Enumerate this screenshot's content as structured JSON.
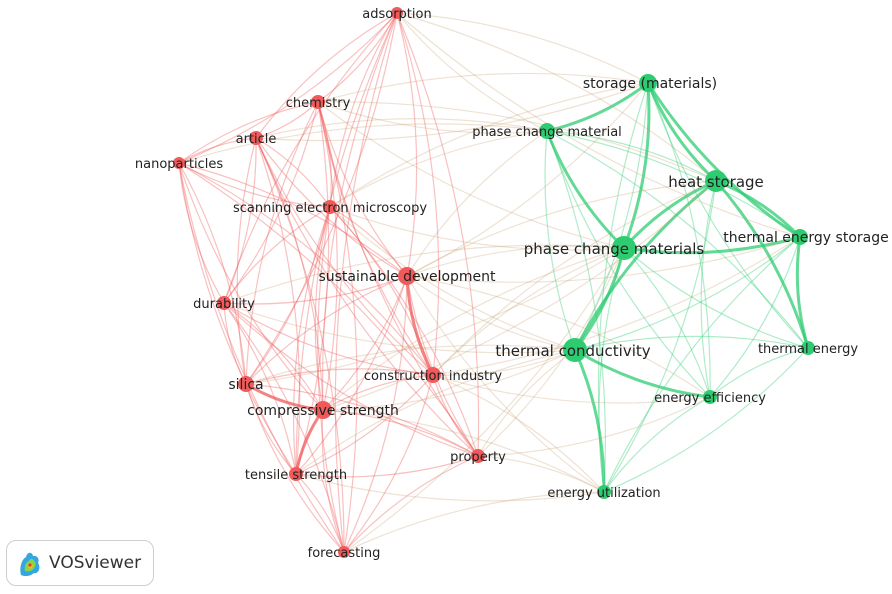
{
  "network": {
    "clusters": {
      "materials_cluster": {
        "color": "#f05a5a"
      },
      "thermal_cluster": {
        "color": "#2ecc71"
      }
    },
    "nodes": [
      {
        "id": "adsorption",
        "label": "adsorption",
        "cluster": "materials_cluster"
      },
      {
        "id": "chemistry",
        "label": "chemistry",
        "cluster": "materials_cluster"
      },
      {
        "id": "article",
        "label": "article",
        "cluster": "materials_cluster"
      },
      {
        "id": "nanoparticles",
        "label": "nanoparticles",
        "cluster": "materials_cluster"
      },
      {
        "id": "sem",
        "label": "scanning electron microscopy",
        "cluster": "materials_cluster"
      },
      {
        "id": "sustainable",
        "label": "sustainable development",
        "cluster": "materials_cluster"
      },
      {
        "id": "durability",
        "label": "durability",
        "cluster": "materials_cluster"
      },
      {
        "id": "silica",
        "label": "silica",
        "cluster": "materials_cluster"
      },
      {
        "id": "compressive",
        "label": "compressive strength",
        "cluster": "materials_cluster"
      },
      {
        "id": "construction",
        "label": "construction industry",
        "cluster": "materials_cluster"
      },
      {
        "id": "tensile",
        "label": "tensile strength",
        "cluster": "materials_cluster"
      },
      {
        "id": "property",
        "label": "property",
        "cluster": "materials_cluster"
      },
      {
        "id": "forecasting",
        "label": "forecasting",
        "cluster": "materials_cluster"
      },
      {
        "id": "storage",
        "label": "storage (materials)",
        "cluster": "thermal_cluster"
      },
      {
        "id": "pcmat",
        "label": "phase change material",
        "cluster": "thermal_cluster"
      },
      {
        "id": "heat",
        "label": "heat storage",
        "cluster": "thermal_cluster"
      },
      {
        "id": "pcms",
        "label": "phase change materials",
        "cluster": "thermal_cluster"
      },
      {
        "id": "tes",
        "label": "thermal energy storage",
        "cluster": "thermal_cluster"
      },
      {
        "id": "conductivity",
        "label": "thermal conductivity",
        "cluster": "thermal_cluster"
      },
      {
        "id": "thermalenergy",
        "label": "thermal energy",
        "cluster": "thermal_cluster"
      },
      {
        "id": "efficiency",
        "label": "energy efficiency",
        "cluster": "thermal_cluster"
      },
      {
        "id": "utilization",
        "label": "energy utilization",
        "cluster": "thermal_cluster"
      }
    ]
  },
  "logo": {
    "text": "VOSviewer",
    "icon": "vosviewer-logo-icon"
  }
}
